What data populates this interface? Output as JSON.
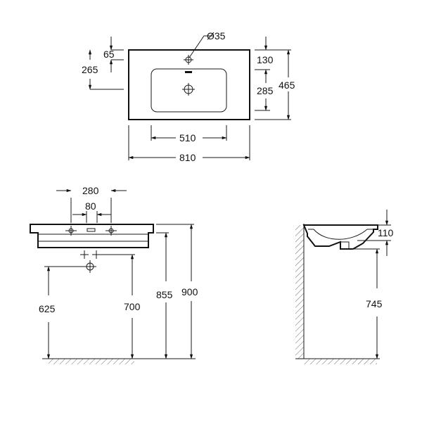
{
  "colors": {
    "ink": "#111111",
    "background": "#ffffff"
  },
  "top_view": {
    "tap_hole_diameter": "Ø35",
    "edge_to_tap": "65",
    "front_to_waste": "265",
    "back_to_tap": "130",
    "waste_to_front": "285",
    "total_depth": "465",
    "bowl_width": "510",
    "total_width": "810"
  },
  "front_view": {
    "tap_spacing_outer": "280",
    "tap_spacing_inner": "80",
    "waste_height": "625",
    "supply_height": "700",
    "underside_height": "855",
    "top_height": "900"
  },
  "side_view": {
    "bowl_depth": "110",
    "outlet_height": "745"
  }
}
